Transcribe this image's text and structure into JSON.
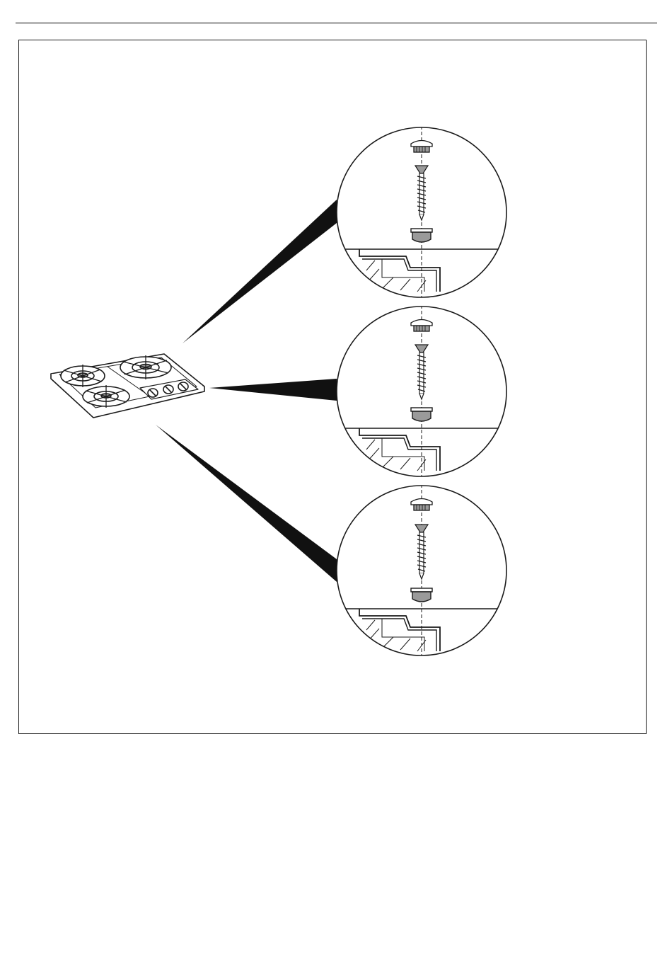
{
  "document": {
    "page_text": []
  },
  "figure": {
    "appliance": "three-burner-cooktop-icon",
    "detail_views": [
      {
        "id": "top",
        "parts": [
          "cover-cap-icon",
          "screw-icon",
          "base-cup-icon",
          "countertop-section-icon"
        ]
      },
      {
        "id": "middle",
        "parts": [
          "cover-cap-icon",
          "screw-icon",
          "base-cup-icon",
          "countertop-section-icon"
        ]
      },
      {
        "id": "bottom",
        "parts": [
          "cover-cap-icon",
          "screw-icon",
          "base-cup-icon",
          "countertop-section-icon"
        ]
      }
    ],
    "colors": {
      "stroke": "#1a1a1a",
      "fill_gray": "#9a9a9a",
      "rule": "#b5b5b5"
    }
  }
}
